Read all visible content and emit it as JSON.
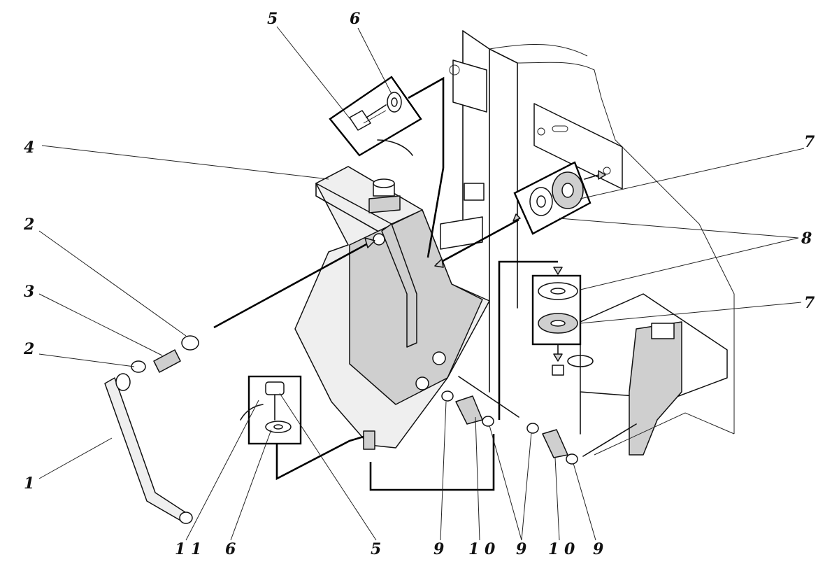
{
  "callouts": {
    "c5_top": "5",
    "c6_top": "6",
    "c4": "4",
    "c7_top": "7",
    "c2_upper": "2",
    "c8": "8",
    "c3": "3",
    "c7_mid": "7",
    "c2_lower": "2",
    "c1": "1",
    "c11": "1 1",
    "c6_bottom": "6",
    "c5_bottom": "5",
    "c9_a": "9",
    "c10_a": "1 0",
    "c9_b": "9",
    "c10_b": "1 0",
    "c9_c": "9"
  },
  "colors": {
    "ink": "#111111",
    "paper": "#ffffff",
    "shade": "#cfcfcf"
  }
}
